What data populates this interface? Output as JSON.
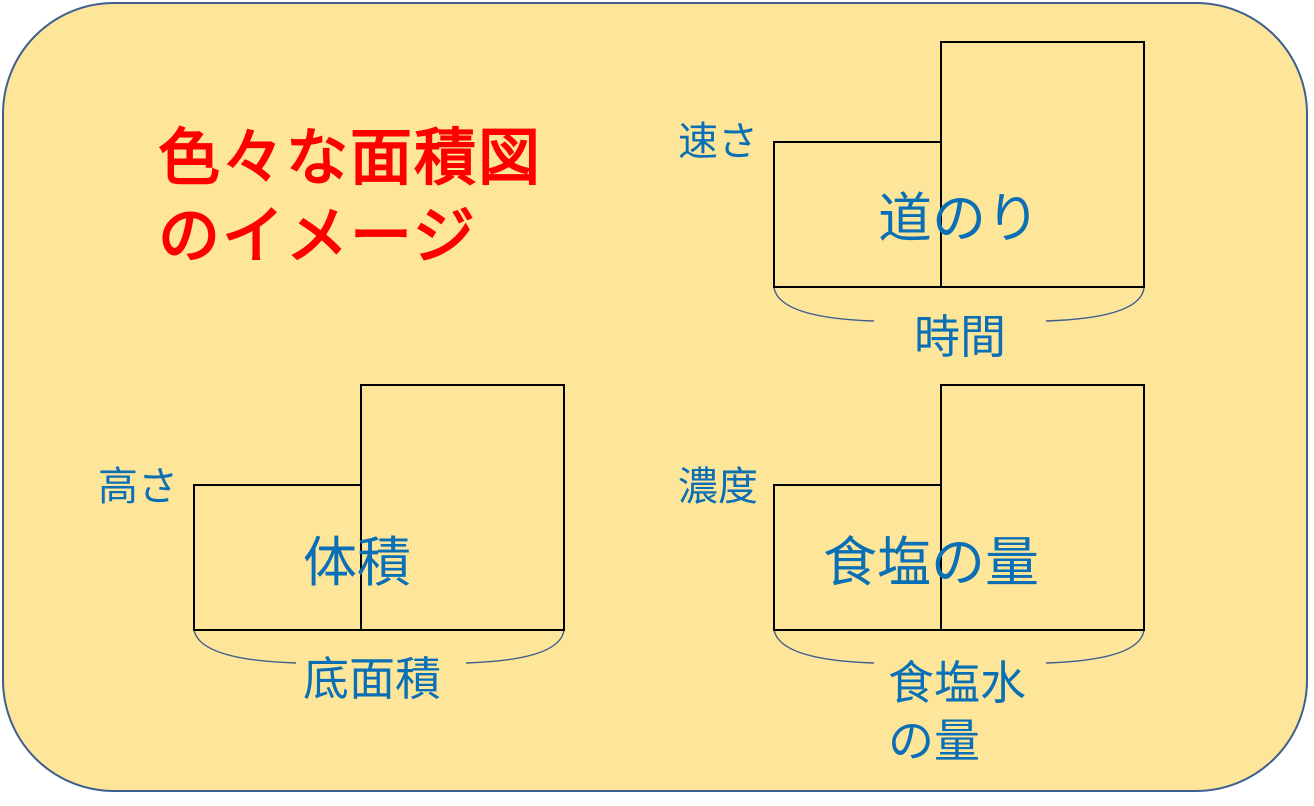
{
  "title": {
    "line1": "色々な面積図",
    "line2": "のイメージ"
  },
  "diagrams": {
    "speed": {
      "side_label": "速さ",
      "inner_label": "道のり",
      "bottom_label": "時間"
    },
    "volume": {
      "side_label": "高さ",
      "inner_label": "体積",
      "bottom_label": "底面積"
    },
    "concentration": {
      "side_label": "濃度",
      "inner_label": "食塩の量",
      "bottom_label_line1": "食塩水",
      "bottom_label_line2": "の量"
    }
  },
  "colors": {
    "background": "#fde599",
    "title": "#ff0000",
    "labels": "#0b6fb5",
    "lines": "#000000"
  }
}
